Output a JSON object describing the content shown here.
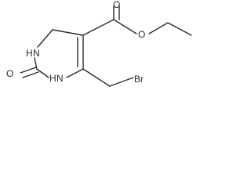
{
  "molecule": {
    "atom_labels": {
      "n_top": "NH",
      "n_top_h": "H",
      "n_top_n": "N",
      "n_bottom_h": "H",
      "n_bottom_n": "N",
      "carbonyl_oxygen": "O",
      "ester_oxygen_double": "O",
      "ester_oxygen_single": "O",
      "bromine": "Br"
    }
  }
}
